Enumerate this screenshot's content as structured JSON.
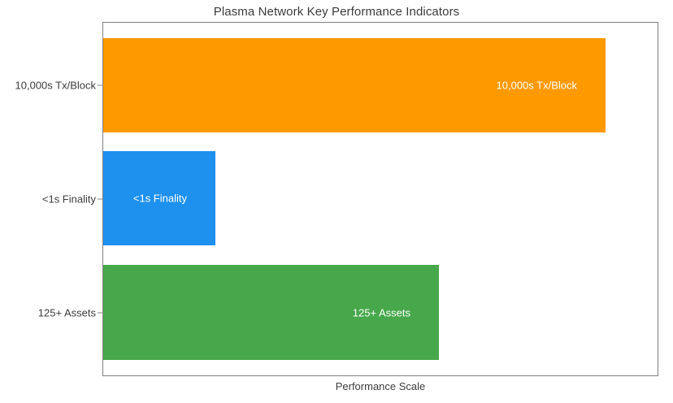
{
  "chart_data": {
    "type": "bar",
    "orientation": "horizontal",
    "title": "Plasma Network Key Performance Indicators",
    "xlabel": "Performance Scale",
    "ylabel": "",
    "categories": [
      "10,000s Tx/Block",
      "<1s Finality",
      "125+ Assets"
    ],
    "values": [
      0.906,
      0.203,
      0.605
    ],
    "value_labels": [
      "10,000s Tx/Block",
      "<1s Finality",
      "125+ Assets"
    ],
    "colors": [
      "#ff9900",
      "#1e90ee",
      "#47a84b"
    ],
    "xlim": [
      0,
      1
    ],
    "ylim": [
      0,
      3
    ],
    "xticks": [],
    "yticks": [
      "10,000s Tx/Block",
      "<1s Finality",
      "125+ Assets"
    ],
    "grid": false,
    "legend": false,
    "legend_position": "none",
    "bar_label_color": "#ffffff",
    "bar_label_position": "inside-end",
    "axis_color": "#808080",
    "text_color": "#3c3c3c",
    "background": "#ffffff",
    "bars": [
      {
        "category": "10,000s Tx/Block",
        "label": "10,000s Tx/Block",
        "value": 0.906,
        "color": "#ff9900"
      },
      {
        "category": "<1s Finality",
        "label": "<1s Finality",
        "value": 0.203,
        "color": "#1e90ee"
      },
      {
        "category": "125+ Assets",
        "label": "125+ Assets",
        "value": 0.605,
        "color": "#47a84b"
      }
    ]
  }
}
